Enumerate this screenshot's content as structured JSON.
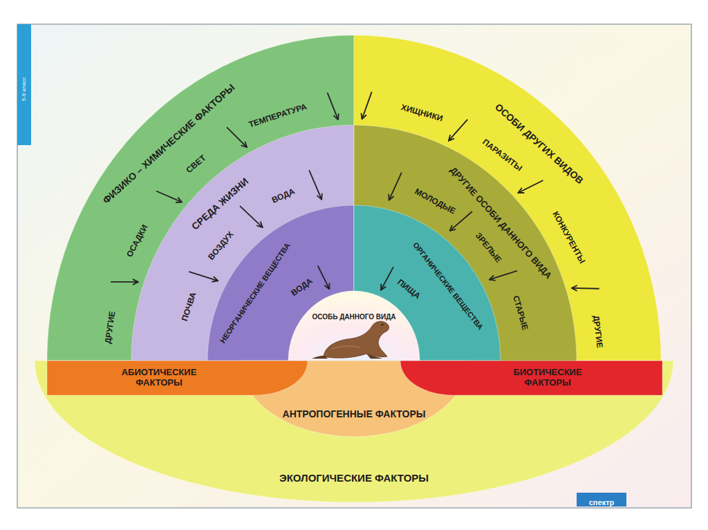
{
  "diagram": {
    "nodes": [
      {
        "text": [
          "ЭКОЛОГИЧЕСКИЕ ФАКТОРЫ"
        ]
      },
      {
        "text": [
          "ФИЗИКО – ХИМИЧЕСКИЕ ФАКТОРЫ",
          "ОСАДКИ",
          "СВЕТ",
          "ТЕМПЕРАТУРА",
          "ДРУГИЕ"
        ],
        "in": 0
      },
      {
        "text": [
          "СРЕДА ЖИЗНИ",
          "ПОЧВА",
          "ВОЗДУХ",
          "ВОДА"
        ],
        "in": 1
      },
      {
        "text": [
          "НЕОРГАНИЧЕСКИЕ ВЕЩЕСТВА",
          "ВОДА"
        ],
        "in": 2
      },
      {
        "text": [
          "ОСОБИ ДРУГИХ ВИДОВ",
          "ХИЩНИКИ",
          "ПАРАЗИТЫ",
          "КОНКУРЕНТЫ",
          "ДРУГИЕ"
        ],
        "in": 0
      },
      {
        "text": [
          "ДРУГИЕ ОСОБИ ДАННОГО ВИДА",
          "МОЛОДЫЕ",
          "ЗРЕЛЫЕ",
          "СТАРЫЕ"
        ],
        "in": 4
      },
      {
        "text": [
          "ОРГАНИЧЕСКИЕ ВЕЩЕСТВА",
          "ПИЩА"
        ],
        "in": 5
      },
      {
        "text": [
          "ОСОБЬ ДАННОГО ВИДА"
        ],
        "in": 0
      },
      {
        "text": [
          "АНТРОПОГЕННЫЕ ФАКТОРЫ"
        ],
        "in": 0
      },
      {
        "text": [
          "АБИОТИЧЕСКИЕ ФАКТОРЫ"
        ],
        "in": 0
      },
      {
        "text": [
          "БИОТИЧЕСКИЕ ФАКТОРЫ"
        ],
        "in": 0
      }
    ],
    "labels": [
      "5-9 класс",
      "спектр"
    ]
  }
}
